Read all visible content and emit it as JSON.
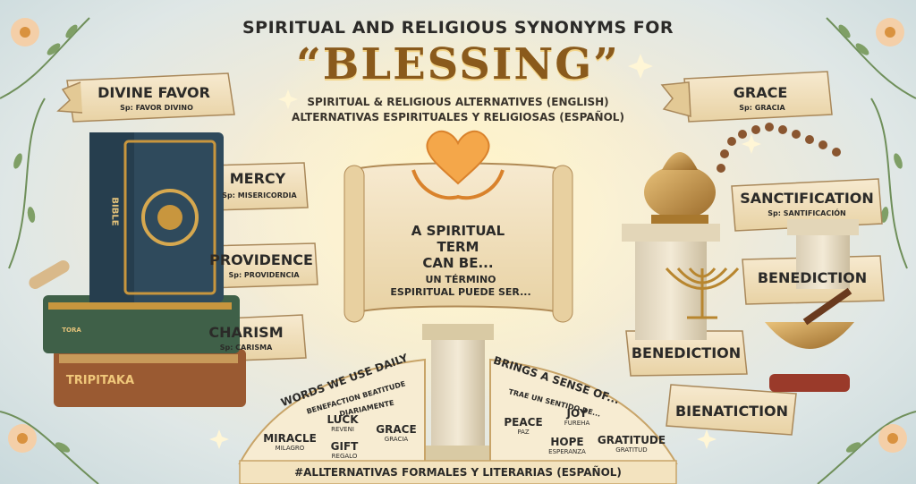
{
  "header": {
    "title_top": "SPIRITUAL AND RELIGIOUS SYNONYMS FOR",
    "title_main": "“BLESSING”",
    "subtitle_en": "SPIRITUAL & RELIGIOUS ALTERNATIVES (ENGLISH)",
    "subtitle_es": "ALTERNATIVAS ESPIRITUALES Y RELIGIOSAS (ESPAÑOL)"
  },
  "left_ribbons": [
    {
      "en": "DIVINE FAVOR",
      "es": "Sp: FAVOR DIVINO"
    },
    {
      "en": "MERCY",
      "es": "Sp: MISERICORDIA"
    },
    {
      "en": "PROVIDENCE",
      "es": "Sp: PROVIDENCIA"
    },
    {
      "en": "CHARISM",
      "es": "Sp: CARISMA"
    }
  ],
  "right_ribbons": [
    {
      "en": "GRACE",
      "es": "Sp: GRACIA"
    },
    {
      "en": "SANCTIFICATION",
      "es": "Sp: SANTIFICACIÓN"
    },
    {
      "en": "BENEDICTION",
      "es": ""
    },
    {
      "en": "BENEDICTION",
      "es": ""
    },
    {
      "en": "BIENATICTION",
      "es": ""
    }
  ],
  "books": {
    "bible": "BIBLE",
    "tripitaka": "TRIPITAKA",
    "spine": "TORA"
  },
  "center_scroll": {
    "line1": "A SPIRITUAL",
    "line2": "TERM",
    "line3": "CAN BE...",
    "es1": "UN TÉRMINO",
    "es2": "ESPIRITUAL PUEDE SER..."
  },
  "left_arc": {
    "title": "WORDS WE USE DAILY",
    "sub1": "BENEFACTION BEATITUDE",
    "sub2": "DIARIAMENTE",
    "words": [
      {
        "en": "LUCK",
        "es": "REVENI"
      },
      {
        "en": "GRACE",
        "es": "GRACIA"
      },
      {
        "en": "MIRACLE",
        "es": "MILAGRO"
      },
      {
        "en": "GIFT",
        "es": "REGALO"
      }
    ]
  },
  "right_arc": {
    "title": "BRINGS A SENSE OF...",
    "sub1": "TRAE UN SENTIDO DE...",
    "words": [
      {
        "en": "PEACE",
        "es": "PAZ"
      },
      {
        "en": "JOY",
        "es": "FUREHA"
      },
      {
        "en": "HOPE",
        "es": "ESPERANZA"
      },
      {
        "en": "GRATITUDE",
        "es": "GRATITUD"
      }
    ]
  },
  "footer": {
    "text": "#ALLTERNATIVAS FORMALES Y LITERARIAS (ESPAÑOL)"
  },
  "icons": [
    "flower-icon",
    "heart-hands-icon",
    "star-icon",
    "menorah-icon",
    "incense-burner-icon",
    "prayer-beads-icon",
    "singing-bowl-icon",
    "torah-scroll-icon"
  ],
  "colors": {
    "gold": "#c8963e",
    "parchment": "#f3e3bf",
    "ink": "#2b2a28",
    "leaf": "#6f8f5a",
    "flower": "#f2c9a0"
  }
}
